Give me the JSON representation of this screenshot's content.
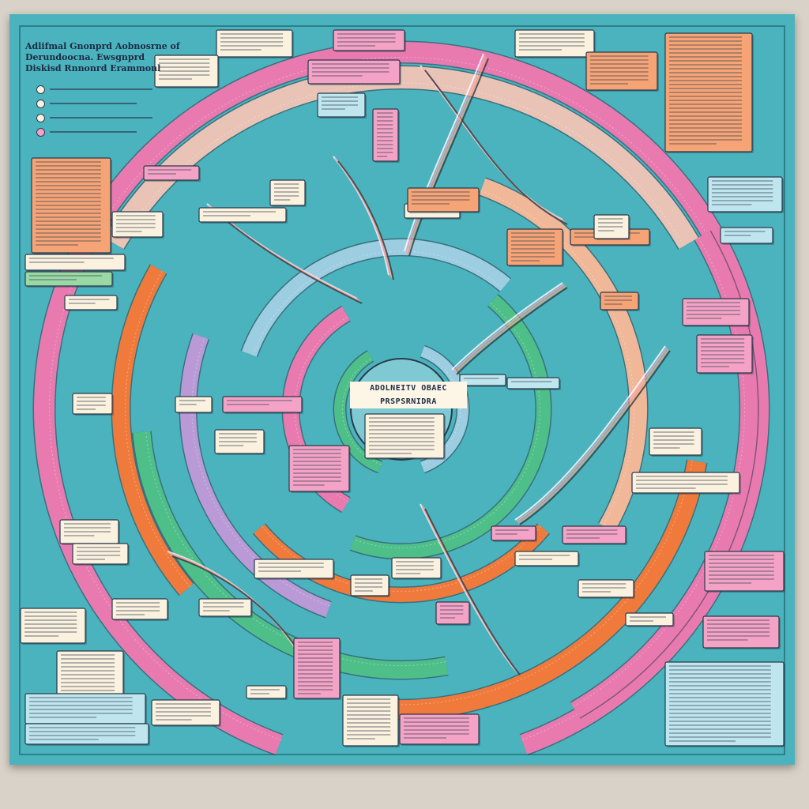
{
  "poster": {
    "title_lines": [
      "Adlifmal Gnonprd Aobnosrne of",
      "Derundoocna. Ewsgnprd",
      "Diskisd Rnnonrd Erammonl"
    ],
    "center_title_lines": [
      "ADOLNEITV OBAEC",
      "PRSPSRNIDRA"
    ]
  },
  "colors": {
    "background": "#4bb3bd",
    "ring_pink": "#e87ab0",
    "ring_orange": "#f07a3c",
    "ring_green": "#4fbf8a",
    "ring_purple": "#b99ad6",
    "ring_blue": "#9ccde0",
    "note_cream": "#fbf1df",
    "note_pink": "#f4a3c6",
    "note_orange": "#f6a476",
    "note_blue": "#bfe6ee"
  },
  "legend": {
    "items": [
      {
        "icon": "circle-marker-icon",
        "color": "#fbf1df"
      },
      {
        "icon": "circle-marker-icon",
        "color": "#fbf1df"
      },
      {
        "icon": "circle-marker-icon",
        "color": "#fbf1df"
      },
      {
        "icon": "circle-marker-icon",
        "color": "#f4a3c6"
      }
    ]
  }
}
